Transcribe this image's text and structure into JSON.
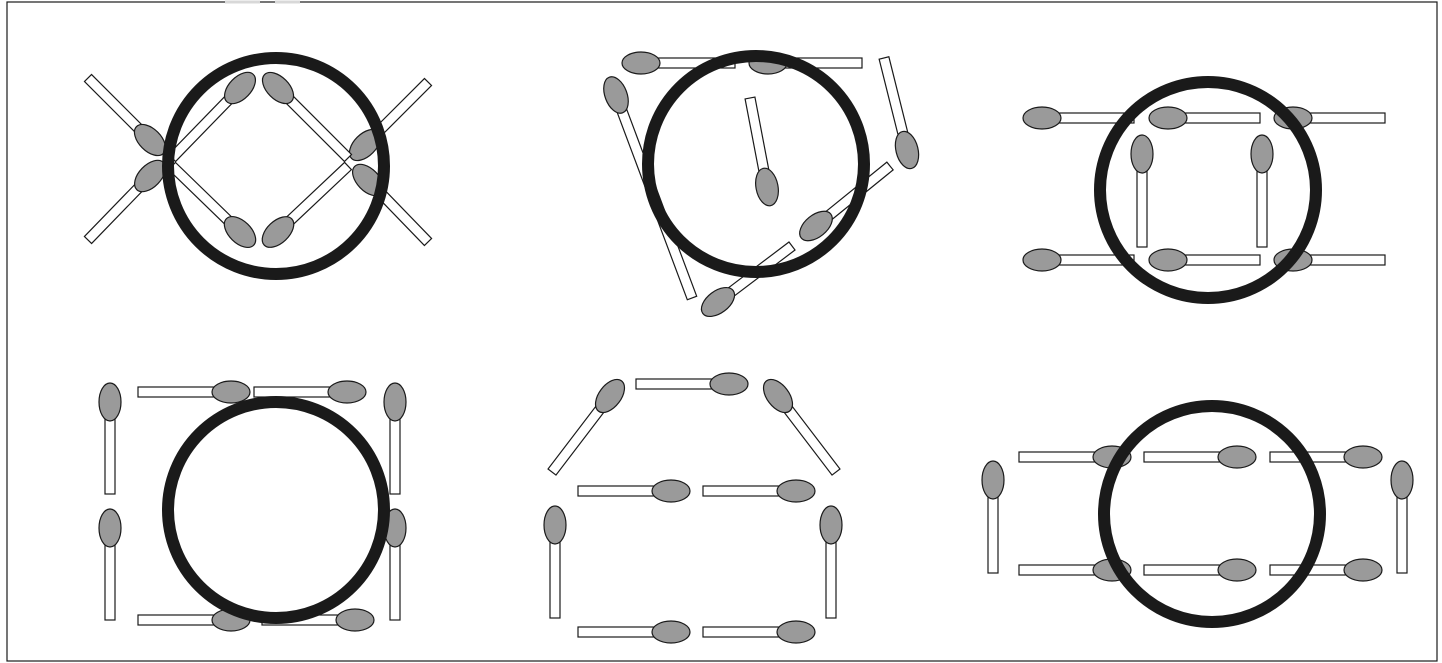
{
  "puzzle": {
    "colors": {
      "match_head": "#9a9a9a",
      "match_stick": "#ffffff",
      "ring": "#1a1a1a",
      "outline": "#1a1a1a"
    },
    "panels": [
      {
        "id": "panel-1",
        "figure": "diamond-with-crossed-matches",
        "match_count": 8,
        "ring": true
      },
      {
        "id": "panel-2",
        "figure": "scattered-triangle",
        "match_count": 7,
        "ring": true
      },
      {
        "id": "panel-3",
        "figure": "open-square",
        "match_count": 8,
        "ring": true
      },
      {
        "id": "panel-4",
        "figure": "square-of-eight",
        "match_count": 8,
        "ring": true
      },
      {
        "id": "panel-5",
        "figure": "house",
        "match_count": 9,
        "ring": false
      },
      {
        "id": "panel-6",
        "figure": "rectangle-of-eight",
        "match_count": 8,
        "ring": true
      }
    ]
  }
}
